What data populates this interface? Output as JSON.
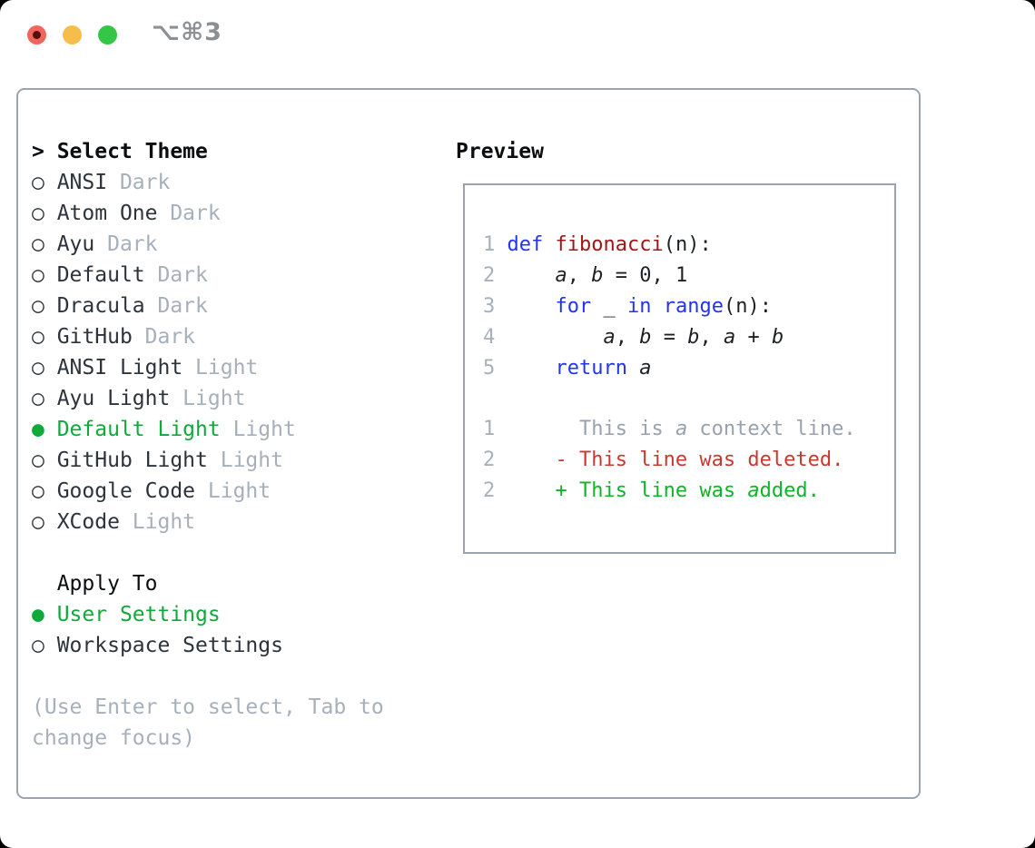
{
  "titlebar": {
    "shortcut": "⌥⌘3"
  },
  "icons": {
    "cursor": "> ",
    "radio_selected": "●",
    "radio_unselected": "○",
    "traffic_close": "red-circle-with-dark-dot",
    "traffic_minimize": "yellow-circle",
    "traffic_zoom": "green-circle"
  },
  "colors": {
    "accent_green": "#10a93a",
    "muted_gray": "#a6b0bb",
    "keyword_blue": "#2334f0",
    "function_red": "#a31515",
    "diff_deleted_red": "#c93a2e",
    "diff_added_green": "#0db626",
    "border_gray": "#9aa4af",
    "traffic_red": "#f0655c",
    "traffic_yellow": "#f6bd4b",
    "traffic_green": "#35c648"
  },
  "theme_list": {
    "title": "Select Theme",
    "items": [
      {
        "name": "ANSI",
        "variant": "Dark",
        "selected": false
      },
      {
        "name": "Atom One",
        "variant": "Dark",
        "selected": false
      },
      {
        "name": "Ayu",
        "variant": "Dark",
        "selected": false
      },
      {
        "name": "Default",
        "variant": "Dark",
        "selected": false
      },
      {
        "name": "Dracula",
        "variant": "Dark",
        "selected": false
      },
      {
        "name": "GitHub",
        "variant": "Dark",
        "selected": false
      },
      {
        "name": "ANSI Light",
        "variant": "Light",
        "selected": false
      },
      {
        "name": "Ayu Light",
        "variant": "Light",
        "selected": false
      },
      {
        "name": "Default Light",
        "variant": "Light",
        "selected": true
      },
      {
        "name": "GitHub Light",
        "variant": "Light",
        "selected": false
      },
      {
        "name": "Google Code",
        "variant": "Light",
        "selected": false
      },
      {
        "name": "XCode",
        "variant": "Light",
        "selected": false
      }
    ]
  },
  "apply_to": {
    "title": "Apply To",
    "options": [
      {
        "label": "User Settings",
        "selected": true
      },
      {
        "label": "Workspace Settings",
        "selected": false
      }
    ]
  },
  "hint_lines": [
    "(Use Enter to select, Tab to",
    "change focus)"
  ],
  "preview": {
    "title": "Preview",
    "code_lines": [
      {
        "num": "1",
        "segments": [
          {
            "text": "def",
            "style": "kw"
          },
          {
            "text": " ",
            "style": "plain"
          },
          {
            "text": "fibonacci",
            "style": "fn"
          },
          {
            "text": "(n):",
            "style": "plain"
          }
        ]
      },
      {
        "num": "2",
        "segments": [
          {
            "text": "    ",
            "style": "plain"
          },
          {
            "text": "a",
            "style": "var"
          },
          {
            "text": ", ",
            "style": "plain"
          },
          {
            "text": "b",
            "style": "var"
          },
          {
            "text": " = 0, 1",
            "style": "plain"
          }
        ]
      },
      {
        "num": "3",
        "segments": [
          {
            "text": "    ",
            "style": "plain"
          },
          {
            "text": "for",
            "style": "kw"
          },
          {
            "text": " _ ",
            "style": "plain"
          },
          {
            "text": "in",
            "style": "kw"
          },
          {
            "text": " ",
            "style": "plain"
          },
          {
            "text": "range",
            "style": "kw"
          },
          {
            "text": "(n):",
            "style": "plain"
          }
        ]
      },
      {
        "num": "4",
        "segments": [
          {
            "text": "        ",
            "style": "plain"
          },
          {
            "text": "a",
            "style": "var"
          },
          {
            "text": ", ",
            "style": "plain"
          },
          {
            "text": "b",
            "style": "var"
          },
          {
            "text": " = ",
            "style": "plain"
          },
          {
            "text": "b",
            "style": "var"
          },
          {
            "text": ", ",
            "style": "plain"
          },
          {
            "text": "a",
            "style": "var"
          },
          {
            "text": " + ",
            "style": "plain"
          },
          {
            "text": "b",
            "style": "var"
          }
        ]
      },
      {
        "num": "5",
        "segments": [
          {
            "text": "    ",
            "style": "plain"
          },
          {
            "text": "return",
            "style": "kw"
          },
          {
            "text": " ",
            "style": "plain"
          },
          {
            "text": "a",
            "style": "var"
          }
        ]
      }
    ],
    "diff_lines": [
      {
        "num": "1",
        "segments": [
          {
            "text": "      This is ",
            "style": "ctx"
          },
          {
            "text": "a",
            "style": "ctx-var"
          },
          {
            "text": " context line.",
            "style": "ctx"
          }
        ]
      },
      {
        "num": "2",
        "segments": [
          {
            "text": "    - This line was deleted.",
            "style": "del"
          }
        ]
      },
      {
        "num": "2",
        "segments": [
          {
            "text": "    + This line was ",
            "style": "add"
          },
          {
            "text": "a",
            "style": "add-var"
          },
          {
            "text": "dded.",
            "style": "add"
          }
        ]
      }
    ]
  }
}
